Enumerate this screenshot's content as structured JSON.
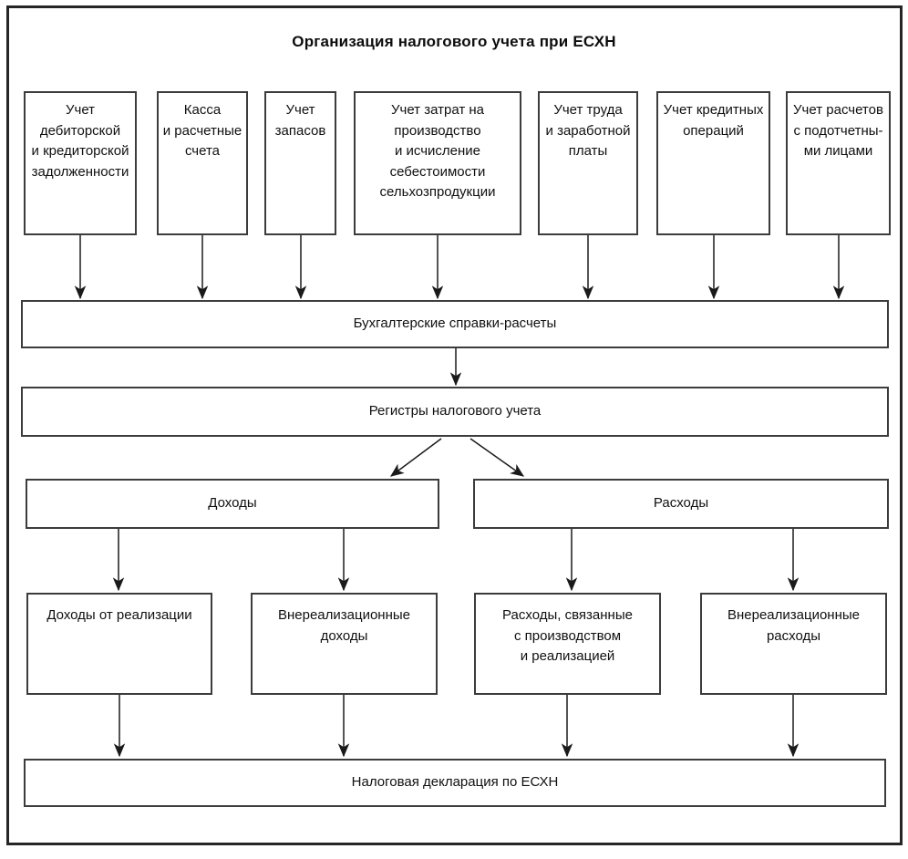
{
  "diagram": {
    "title": "Организация налогового учета при ЕСХН",
    "colors": {
      "background": "#ffffff",
      "box_border": "#3c3c3c",
      "outer_frame_border": "#262626",
      "line": "#1a1a1a",
      "text": "#101010"
    },
    "source_boxes": [
      {
        "label": "Учет\nдебиторской\nи кредиторской\nзадолженности"
      },
      {
        "label": "Касса\nи расчетные\nсчета"
      },
      {
        "label": "Учет\nзапасов"
      },
      {
        "label": "Учет затрат на\nпроизводство\nи исчисление\nсебестоимости\nсельхозпродукции"
      },
      {
        "label": "Учет труда\nи заработной\nплаты"
      },
      {
        "label": "Учет кредитных\nопераций"
      },
      {
        "label": "Учет расчетов\nс подотчетны-\nми лицами"
      }
    ],
    "accounting_reports": "Бухгалтерские справки-расчеты",
    "tax_registers": "Регистры налогового учета",
    "income": "Доходы",
    "expenses": "Расходы",
    "income_types": [
      {
        "label": "Доходы от реализации"
      },
      {
        "label": "Внереализационные\nдоходы"
      }
    ],
    "expense_types": [
      {
        "label": "Расходы, связанные\nс производством\nи реализацией"
      },
      {
        "label": "Внереализационные\nрасходы"
      }
    ],
    "tax_declaration": "Налоговая декларация по ЕСХН"
  }
}
